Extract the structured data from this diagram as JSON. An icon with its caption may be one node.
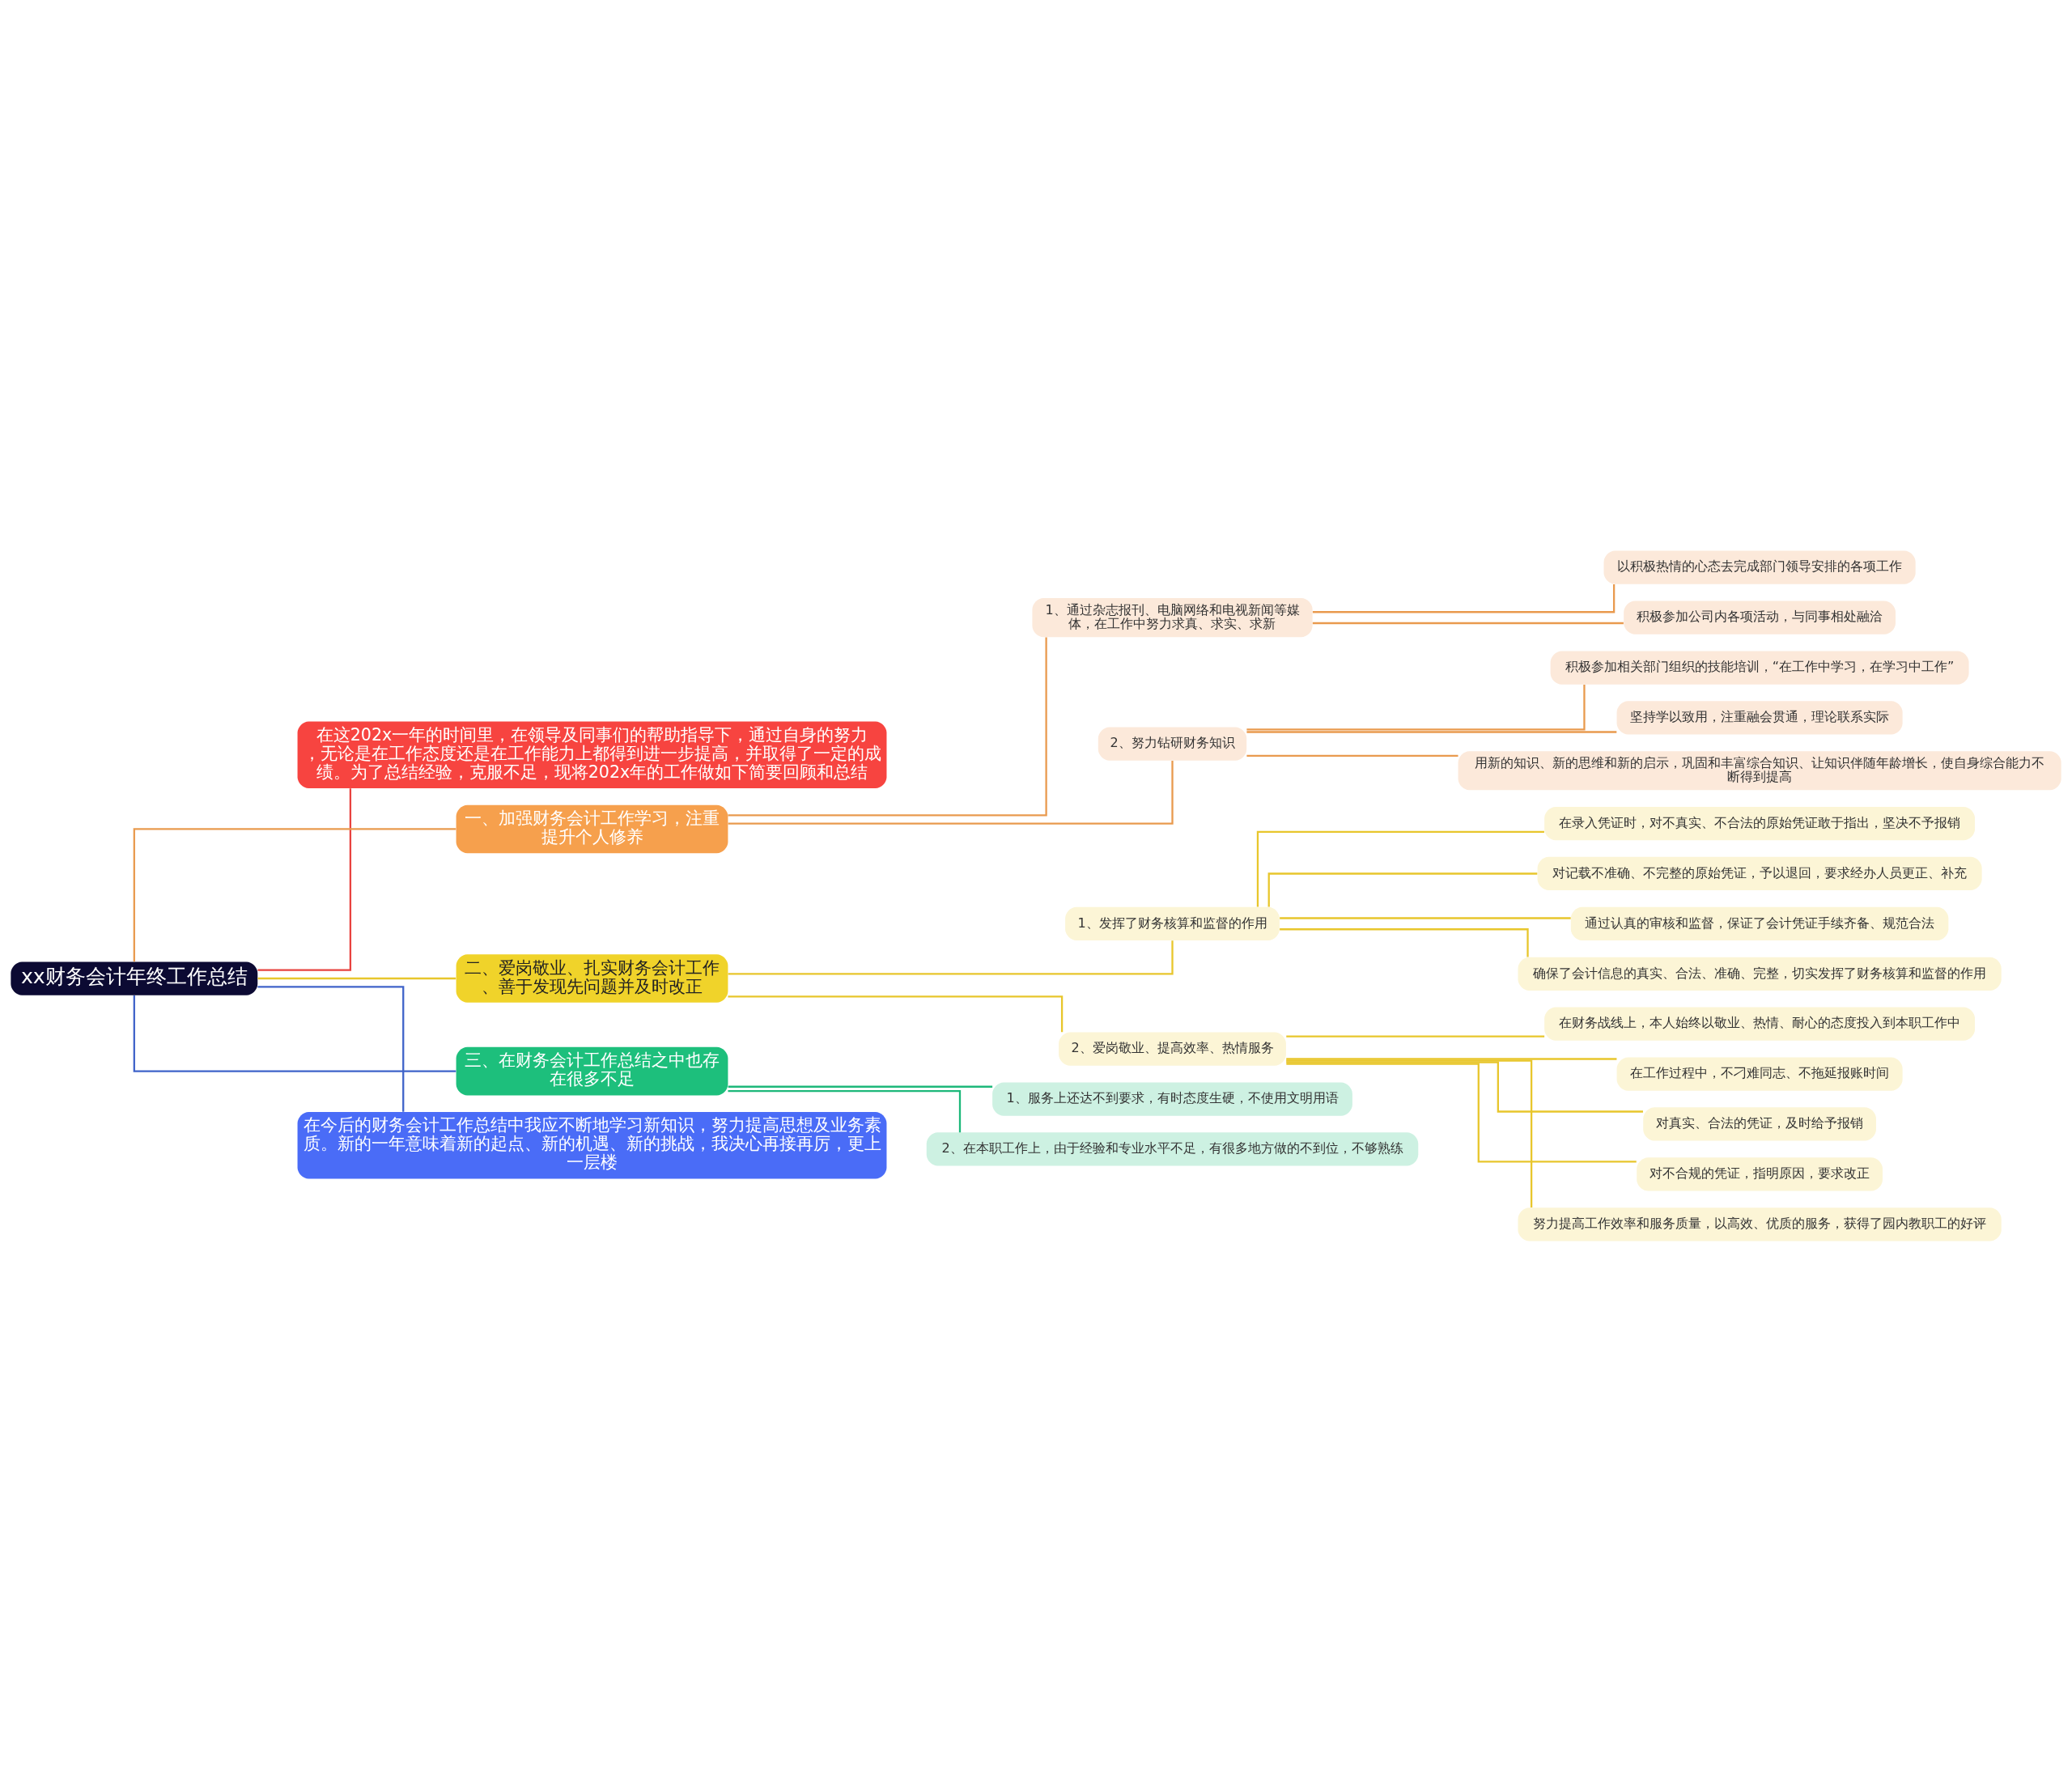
{
  "diagram": {
    "nodes": [
      {
        "text": [
          "xx财务会计年终工作总结"
        ]
      },
      {
        "text": [
          "在这202x一年的时间里，在领导及同事们的帮助指导下，通过自身的努力，无论是在工作态度还是在工作能力上都得到进一步提高，并取得了一定的成绩。为了总结经验，克服不足，现将202x年的工作做如下简要回顾和总结"
        ]
      },
      {
        "text": [
          "一、加强财务会计工作学习，注重提升个人修养"
        ]
      },
      {
        "text": [
          "1、通过杂志报刊、电脑网络和电视新闻等媒体，在工作中努力求真、求实、求新"
        ]
      },
      {
        "text": [
          "以积极热情的心态去完成部门领导安排的各项工作"
        ]
      },
      {
        "text": [
          "积极参加公司内各项活动，与同事相处融洽"
        ]
      },
      {
        "text": [
          "2、努力钻研财务知识"
        ]
      },
      {
        "text": [
          "积极参加相关部门组织的技能培训，“在工作中学习，在学习中工作”"
        ]
      },
      {
        "text": [
          "坚持学以致用，注重融会贯通，理论联系实际"
        ]
      },
      {
        "text": [
          "用新的知识、新的思维和新的启示，巩固和丰富综合知识、让知识伴随年龄增长，使自身综合能力不断得到提高"
        ]
      },
      {
        "text": [
          "二、爱岗敬业、扎实财务会计工作、善于发现先问题并及时改正"
        ]
      },
      {
        "text": [
          "1、发挥了财务核算和监督的作用"
        ]
      },
      {
        "text": [
          "在录入凭证时，对不真实、不合法的原始凭证敢于指出，坚决不予报销"
        ]
      },
      {
        "text": [
          "对记载不准确、不完整的原始凭证，予以退回，要求经办人员更正、补充"
        ]
      },
      {
        "text": [
          "通过认真的审核和监督，保证了会计凭证手续齐备、规范合法"
        ]
      },
      {
        "text": [
          "确保了会计信息的真实、合法、准确、完整，切实发挥了财务核算和监督的作用"
        ]
      },
      {
        "text": [
          "2、爱岗敬业、提高效率、热情服务"
        ]
      },
      {
        "text": [
          "在财务战线上，本人始终以敬业、热情、耐心的态度投入到本职工作中"
        ]
      },
      {
        "text": [
          "在工作过程中，不刁难同志、不拖延报账时间"
        ]
      },
      {
        "text": [
          "对真实、合法的凭证，及时给予报销"
        ]
      },
      {
        "text": [
          "对不合规的凭证，指明原因，要求改正"
        ]
      },
      {
        "text": [
          "努力提高工作效率和服务质量，以高效、优质的服务，获得了园内教职工的好评"
        ]
      },
      {
        "text": [
          "三、在财务会计工作总结之中也存在很多不足"
        ]
      },
      {
        "text": [
          "1、服务上还达不到要求，有时态度生硬，不使用文明用语"
        ]
      },
      {
        "text": [
          "2、在本职工作上，由于经验和专业水平不足，有很多地方做的不到位，不够熟练"
        ]
      },
      {
        "text": [
          "在今后的财务会计工作总结中我应不断地学习新知识，努力提高思想及业务素质。新的一年意味着新的起点、新的机遇、新的挑战，我决心再接再厉，更上一层楼"
        ]
      }
    ],
    "edges": [
      {
        "from": 0,
        "to": 1,
        "arrow": "none",
        "color": "#e8433f"
      },
      {
        "from": 0,
        "to": 2,
        "arrow": "none",
        "color": "#e99a4e"
      },
      {
        "from": 2,
        "to": 3,
        "arrow": "none",
        "color": "#e99a4e"
      },
      {
        "from": 3,
        "to": 4,
        "arrow": "none",
        "color": "#e99a4e"
      },
      {
        "from": 3,
        "to": 5,
        "arrow": "none",
        "color": "#e99a4e"
      },
      {
        "from": 2,
        "to": 6,
        "arrow": "none",
        "color": "#e99a4e"
      },
      {
        "from": 6,
        "to": 7,
        "arrow": "none",
        "color": "#e99a4e"
      },
      {
        "from": 6,
        "to": 8,
        "arrow": "none",
        "color": "#e99a4e"
      },
      {
        "from": 6,
        "to": 9,
        "arrow": "none",
        "color": "#e99a4e"
      },
      {
        "from": 0,
        "to": 10,
        "arrow": "none"
      },
      {
        "from": 10,
        "to": 11,
        "arrow": "none"
      },
      {
        "from": 11,
        "to": 12,
        "arrow": "none"
      },
      {
        "from": 11,
        "to": 13,
        "arrow": "none"
      },
      {
        "from": 11,
        "to": 14,
        "arrow": "none"
      },
      {
        "from": 11,
        "to": 15,
        "arrow": "none"
      },
      {
        "from": 10,
        "to": 16,
        "arrow": "none"
      },
      {
        "from": 16,
        "to": 17,
        "arrow": "none"
      },
      {
        "from": 16,
        "to": 18,
        "arrow": "none"
      },
      {
        "from": 16,
        "to": 19,
        "arrow": "none"
      },
      {
        "from": 16,
        "to": 20,
        "arrow": "none"
      },
      {
        "from": 16,
        "to": 21,
        "arrow": "none"
      },
      {
        "from": 0,
        "to": 22,
        "arrow": "none",
        "color": "#3f63c9"
      },
      {
        "from": 22,
        "to": 23,
        "arrow": "none",
        "color": "#1db87a"
      },
      {
        "from": 22,
        "to": 24,
        "arrow": "none",
        "color": "#1db87a"
      },
      {
        "from": 0,
        "to": 25,
        "arrow": "none",
        "color": "#3f63c9"
      }
    ]
  }
}
